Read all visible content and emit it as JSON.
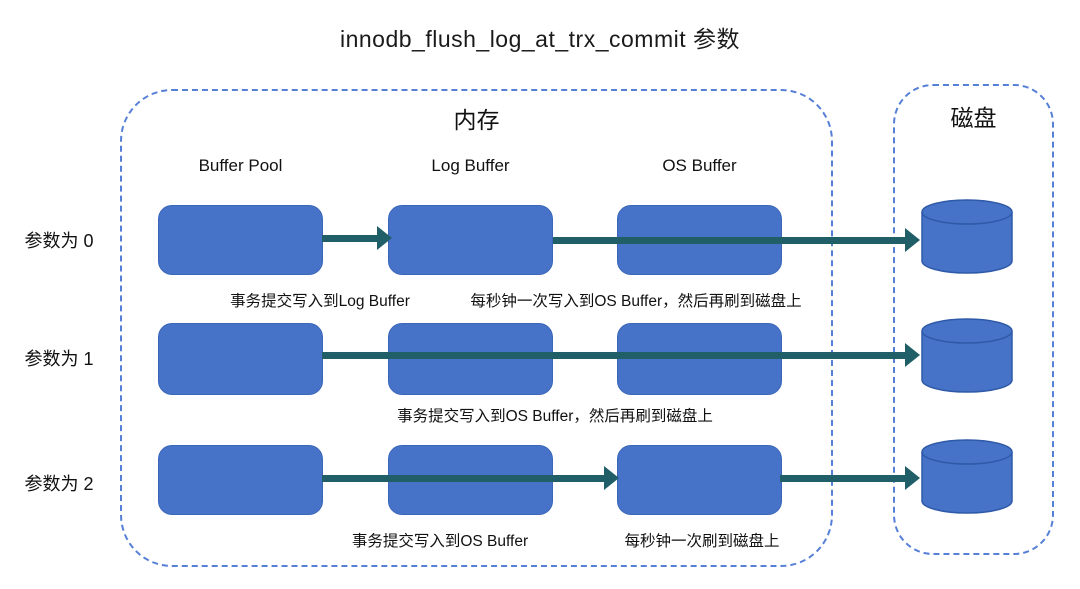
{
  "title": "innodb_flush_log_at_trx_commit 参数",
  "memory": {
    "label": "内存",
    "columns": [
      "Buffer Pool",
      "Log Buffer",
      "OS Buffer"
    ]
  },
  "disk": {
    "label": "磁盘",
    "icon": "database-cylinder-icon"
  },
  "rows": [
    {
      "label": "参数为 0",
      "annotations": [
        "事务提交写入到Log Buffer",
        "每秒钟一次写入到OS Buffer，然后再刷到磁盘上"
      ]
    },
    {
      "label": "参数为 1",
      "annotations": [
        "事务提交写入到OS Buffer，然后再刷到磁盘上"
      ]
    },
    {
      "label": "参数为 2",
      "annotations": [
        "事务提交写入到OS Buffer",
        "每秒钟一次刷到磁盘上"
      ]
    }
  ],
  "colors": {
    "box_fill": "#4673C8",
    "box_border": "#3A66B8",
    "arrow": "#205E68",
    "container_border": "#567FD6",
    "text": "#1a1a1a"
  }
}
